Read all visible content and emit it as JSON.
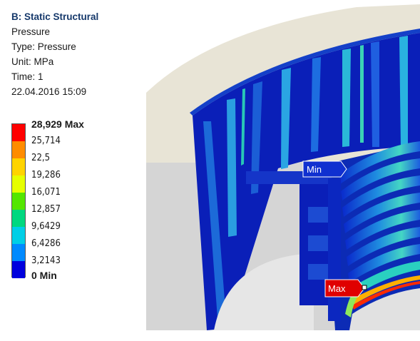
{
  "result": {
    "title": "B: Static Structural",
    "name": "Pressure",
    "type": "Type: Pressure",
    "unit": "Unit: MPa",
    "time": "Time: 1",
    "datetime": "22.04.2016 15:09"
  },
  "legend": {
    "max_label": "28,929 Max",
    "min_label": "0 Min",
    "levels": [
      "25,714",
      "22,5",
      "19,286",
      "16,071",
      "12,857",
      "9,6429",
      "6,4286",
      "3,2143"
    ],
    "colors": [
      "#ff0000",
      "#ff8c00",
      "#ffd400",
      "#e6ff00",
      "#54e600",
      "#00d87f",
      "#00cfe6",
      "#008aff",
      "#0000dd"
    ]
  },
  "probes": {
    "min_label": "Min",
    "max_label": "Max"
  }
}
